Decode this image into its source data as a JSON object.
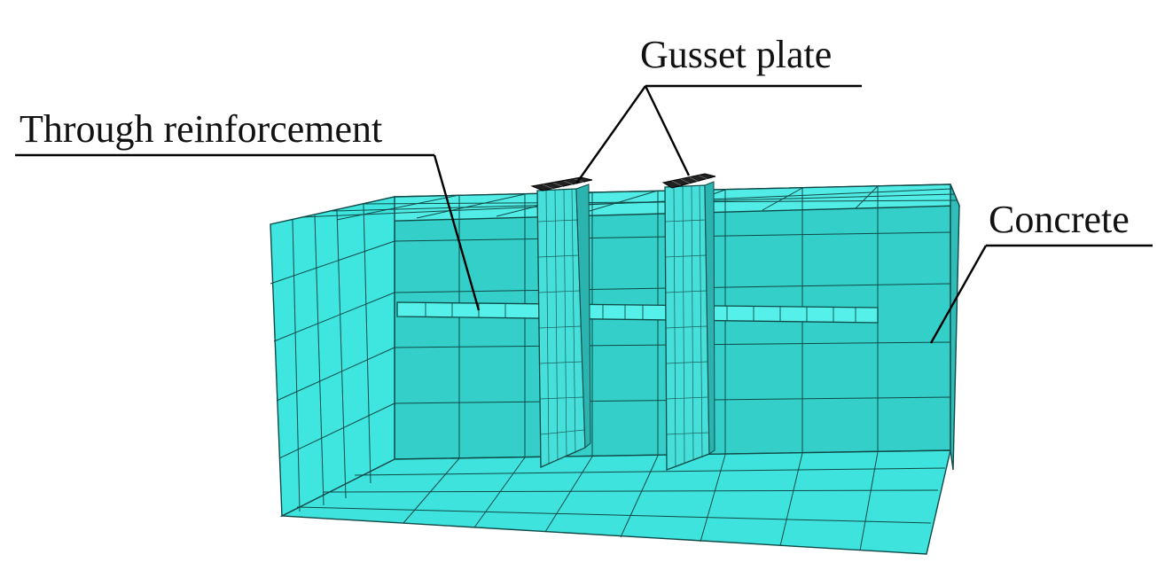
{
  "labels": {
    "gusset_plate": "Gusset plate",
    "through_reinforcement": "Through reinforcement",
    "concrete": "Concrete"
  },
  "colors": {
    "mesh_fill": "#3ee8e2",
    "mesh_line": "#0f4a48",
    "leader_line": "#000000",
    "plate_top": "#222222"
  }
}
